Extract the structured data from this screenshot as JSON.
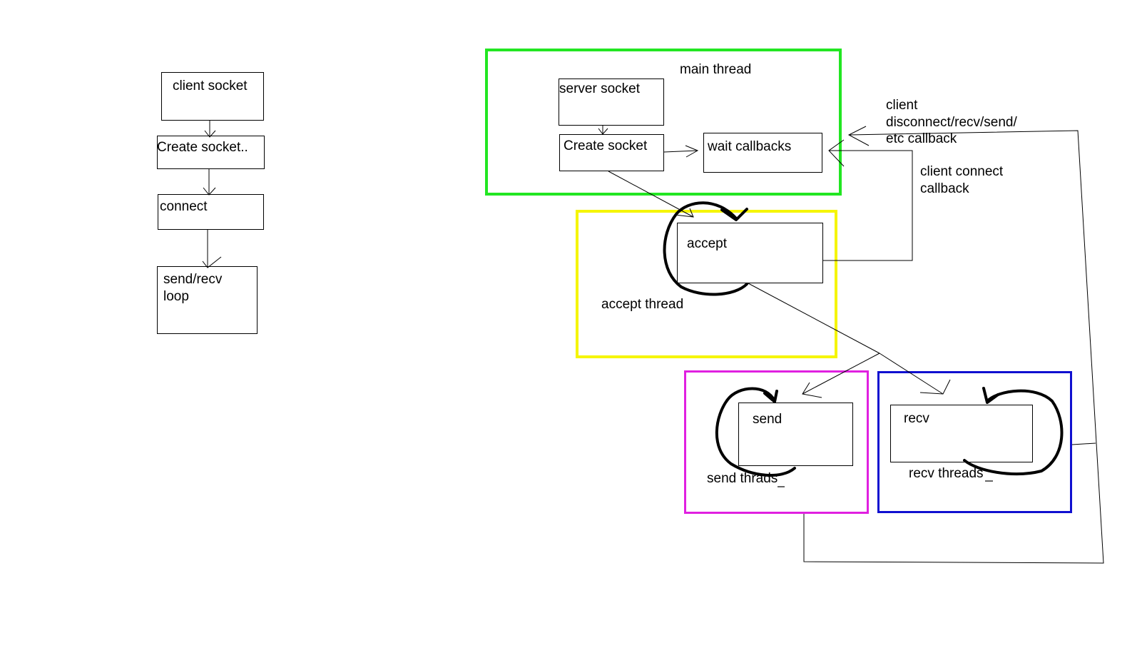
{
  "colors": {
    "main_thread_frame": "#22e622",
    "accept_thread_frame": "#f5f500",
    "send_threads_frame": "#e020e0",
    "recv_threads_frame": "#1010d0",
    "ink": "#000000"
  },
  "client": {
    "client_socket": "client socket",
    "create_socket": "Create socket..",
    "connect": "connect",
    "send_recv_loop": "send/recv\nloop"
  },
  "server": {
    "main_thread": "main thread",
    "server_socket": "server socket",
    "create_socket": "Create socket",
    "wait_callbacks": "wait callbacks",
    "accept": "accept",
    "accept_thread": "accept thread",
    "send": "send",
    "send_threads": "send thrads",
    "recv": "recv",
    "recv_threads": "recv threads",
    "client_callbacks": "client\ndisconnect/recv/send/\netc callback",
    "client_connect_callback": "client connect\ncallback"
  }
}
